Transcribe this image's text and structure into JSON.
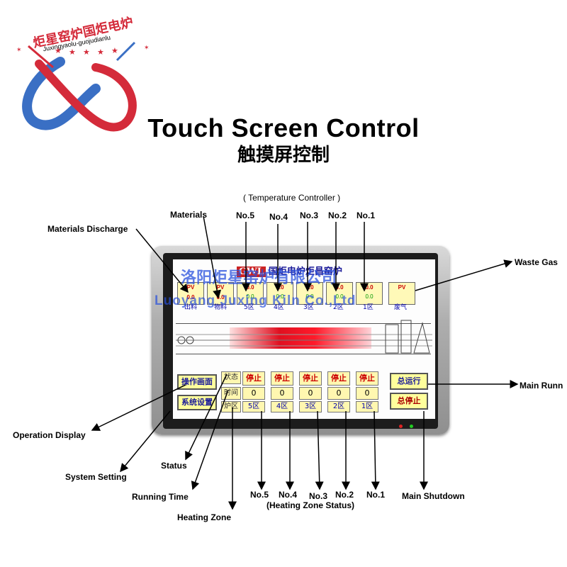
{
  "logo": {
    "cn_text": "炬星窑炉国炬电炉",
    "pinyin": "Juxingyaolu-guojudianlu"
  },
  "title": {
    "en": "Touch Screen Control",
    "zh": "触摸屏控制"
  },
  "labels": {
    "temperature_controller": "( Temperature Controller )",
    "materials": "Materials",
    "materials_discharge": "Materials Discharge",
    "waste_gas": "Waste Gas",
    "main_run": "Main Runn",
    "operation_display": "Operation Display",
    "system_setting": "System Setting",
    "status": "Status",
    "running_time": "Running Time",
    "heating_zone": "Heating Zone",
    "main_shutdown": "Main Shutdown",
    "heating_zone_status": "(Heating Zone Status)",
    "top_no": [
      "No.5",
      "No.4",
      "No.3",
      "No.2",
      "No.1"
    ],
    "bottom_no": [
      "No.5",
      "No.4",
      "No.3",
      "No.2",
      "No.1"
    ]
  },
  "screen": {
    "brand": "GWL",
    "title": "国炬电炉炬昌窑炉",
    "watermark_cn": "洛阳炬星窑炉有限公司",
    "watermark_en": "Luoyang Juxing Kiln Co.,Ltd",
    "pv": "PV",
    "pv_value": "0.0",
    "zone_labels_top": [
      "出料",
      "物料",
      "5区",
      "4区",
      "3区",
      "2区",
      "1区",
      "废气"
    ],
    "status_word": "停止",
    "side_labels": [
      "状态",
      "时间",
      "炉区"
    ],
    "time_value": "0",
    "zones": [
      "5区",
      "4区",
      "3区",
      "2区",
      "1区"
    ],
    "buttons": {
      "operation": "操作画面",
      "system": "系统设置",
      "run": "总运行",
      "stop": "总停止"
    }
  },
  "colors": {
    "watermark": "#2850dc",
    "heat": "#e01020",
    "button_fill": "#ffff9c"
  }
}
